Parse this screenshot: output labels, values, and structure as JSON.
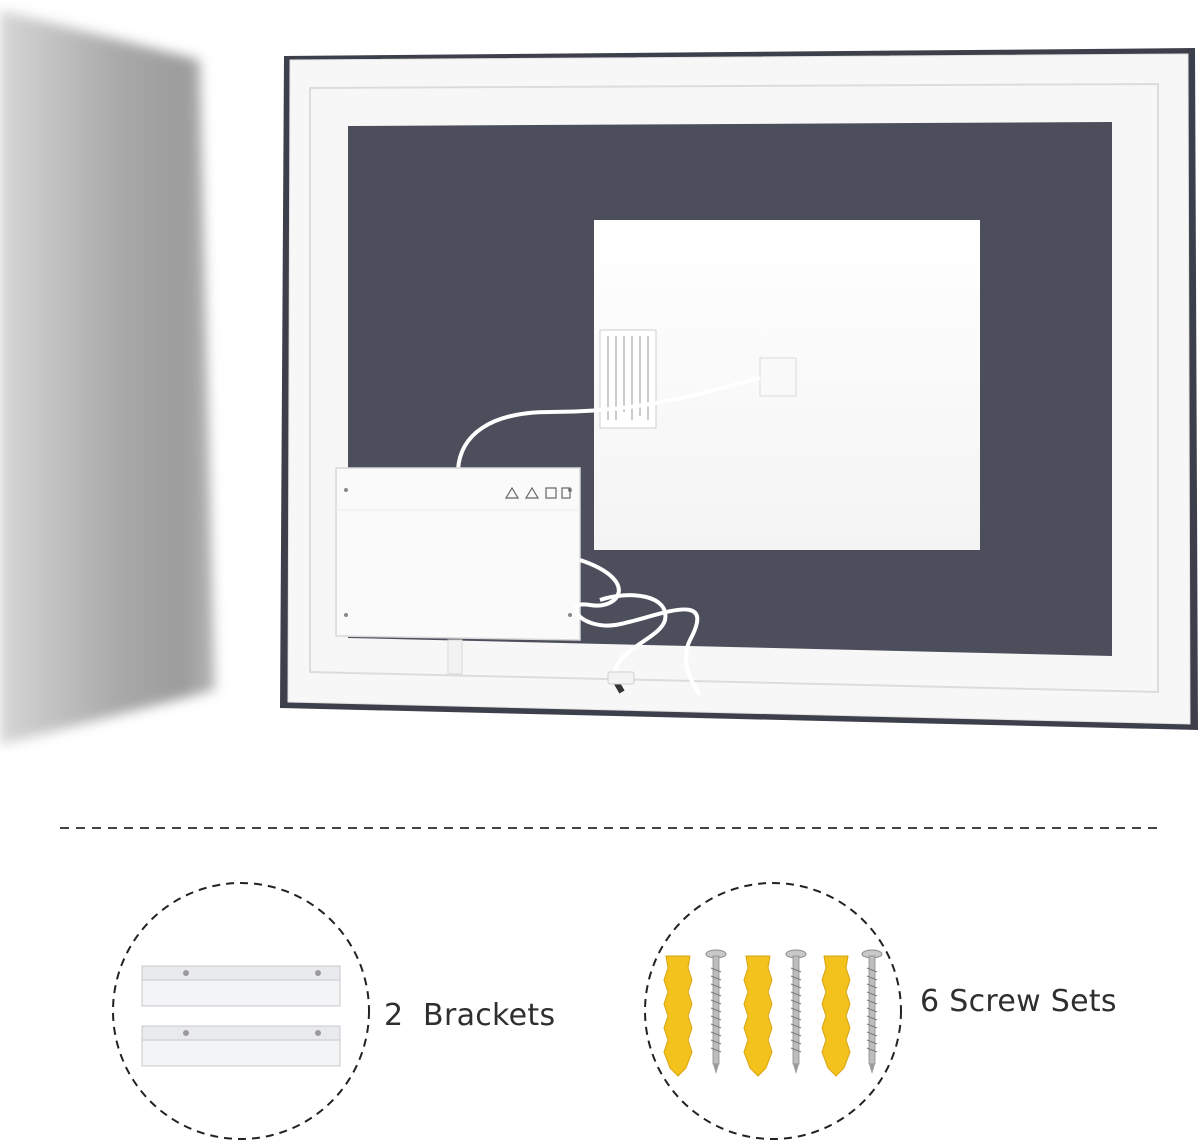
{
  "colors": {
    "backing": "#4c4f5b",
    "frame": "#f6f6f6",
    "shadow": "#bdbdbd",
    "anchor": "#f3c21c",
    "screw": "#b8b8b8",
    "dash": "#444444"
  },
  "accessories": {
    "brackets": {
      "count": 2,
      "label": "2  Brackets"
    },
    "screws": {
      "count": 6,
      "anchors": 3,
      "screws": 3,
      "label": "6 Screw Sets"
    }
  }
}
